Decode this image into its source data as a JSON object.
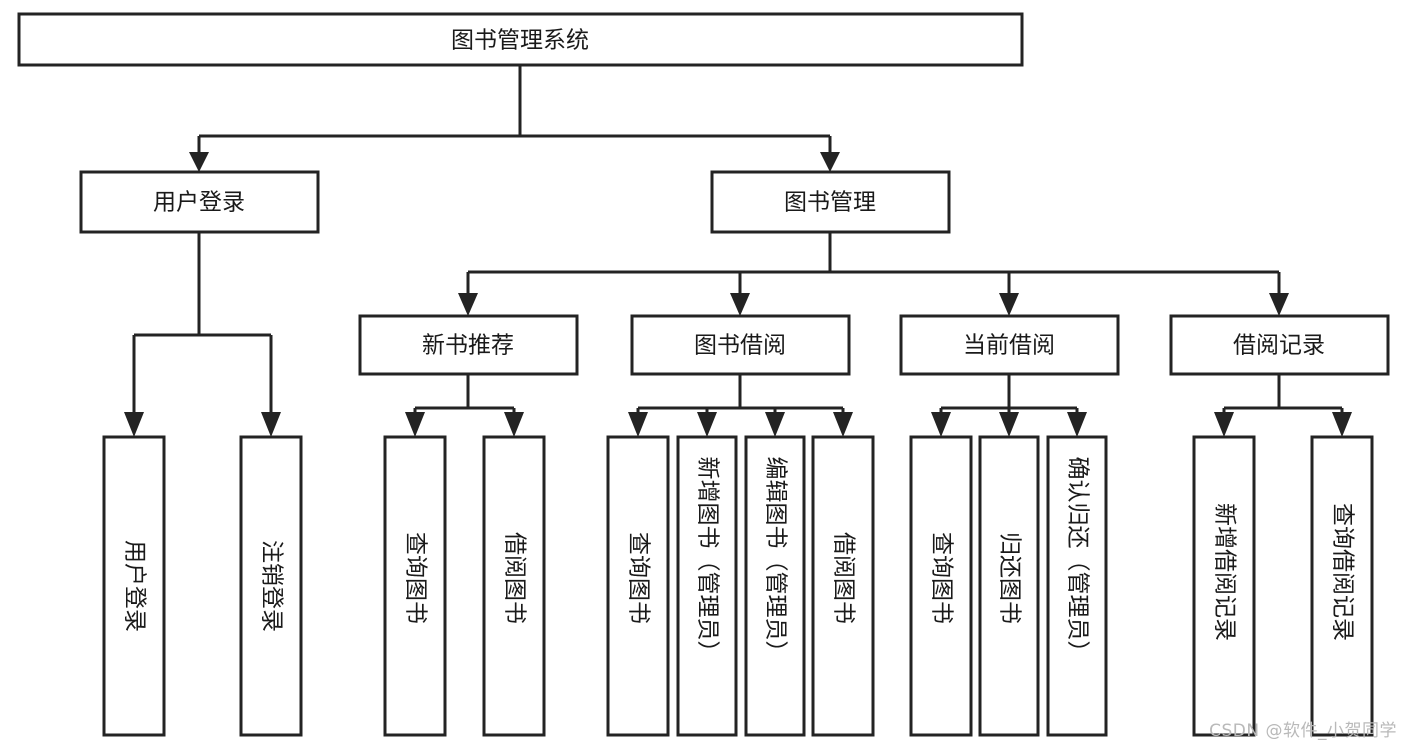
{
  "diagram": {
    "title": "图书管理系统",
    "type": "功能结构图",
    "root": {
      "id": "root",
      "label": "图书管理系统",
      "orientation": "horizontal"
    },
    "level2": [
      {
        "id": "user-login",
        "label": "用户登录",
        "orientation": "horizontal"
      },
      {
        "id": "book-manage",
        "label": "图书管理",
        "orientation": "horizontal"
      }
    ],
    "level3": [
      {
        "id": "new-book-recommend",
        "label": "新书推荐",
        "orientation": "horizontal",
        "parent": "book-manage"
      },
      {
        "id": "book-borrow",
        "label": "图书借阅",
        "orientation": "horizontal",
        "parent": "book-manage"
      },
      {
        "id": "current-borrow",
        "label": "当前借阅",
        "orientation": "horizontal",
        "parent": "book-manage"
      },
      {
        "id": "borrow-record",
        "label": "借阅记录",
        "orientation": "horizontal",
        "parent": "book-manage"
      }
    ],
    "leaves": [
      {
        "id": "leaf-user-login",
        "label": "用户登录",
        "orientation": "vertical",
        "parent": "user-login"
      },
      {
        "id": "leaf-logout-login",
        "label": "注销登录",
        "orientation": "vertical",
        "parent": "user-login"
      },
      {
        "id": "leaf-query-book-1",
        "label": "查询图书",
        "orientation": "vertical",
        "parent": "new-book-recommend"
      },
      {
        "id": "leaf-borrow-book-1",
        "label": "借阅图书",
        "orientation": "vertical",
        "parent": "new-book-recommend"
      },
      {
        "id": "leaf-query-book-2",
        "label": "查询图书",
        "orientation": "vertical",
        "parent": "book-borrow"
      },
      {
        "id": "leaf-add-book",
        "label": "新增图书（管理员）",
        "orientation": "vertical",
        "parent": "book-borrow"
      },
      {
        "id": "leaf-edit-book",
        "label": "编辑图书（管理员）",
        "orientation": "vertical",
        "parent": "book-borrow"
      },
      {
        "id": "leaf-borrow-book-2",
        "label": "借阅图书",
        "orientation": "vertical",
        "parent": "book-borrow"
      },
      {
        "id": "leaf-query-book-3",
        "label": "查询图书",
        "orientation": "vertical",
        "parent": "current-borrow"
      },
      {
        "id": "leaf-return-book",
        "label": "归还图书",
        "orientation": "vertical",
        "parent": "current-borrow"
      },
      {
        "id": "leaf-confirm-return",
        "label": "确认归还（管理员）",
        "orientation": "vertical",
        "parent": "current-borrow"
      },
      {
        "id": "leaf-add-record",
        "label": "新增借阅记录",
        "orientation": "vertical",
        "parent": "borrow-record"
      },
      {
        "id": "leaf-query-record",
        "label": "查询借阅记录",
        "orientation": "vertical",
        "parent": "borrow-record"
      }
    ],
    "colors": {
      "stroke": "#232323",
      "fill": "#ffffff",
      "text": "#1a1a1a",
      "watermark": "#b9b9b9"
    }
  },
  "watermark": {
    "text": "CSDN @软件_小贺同学"
  }
}
